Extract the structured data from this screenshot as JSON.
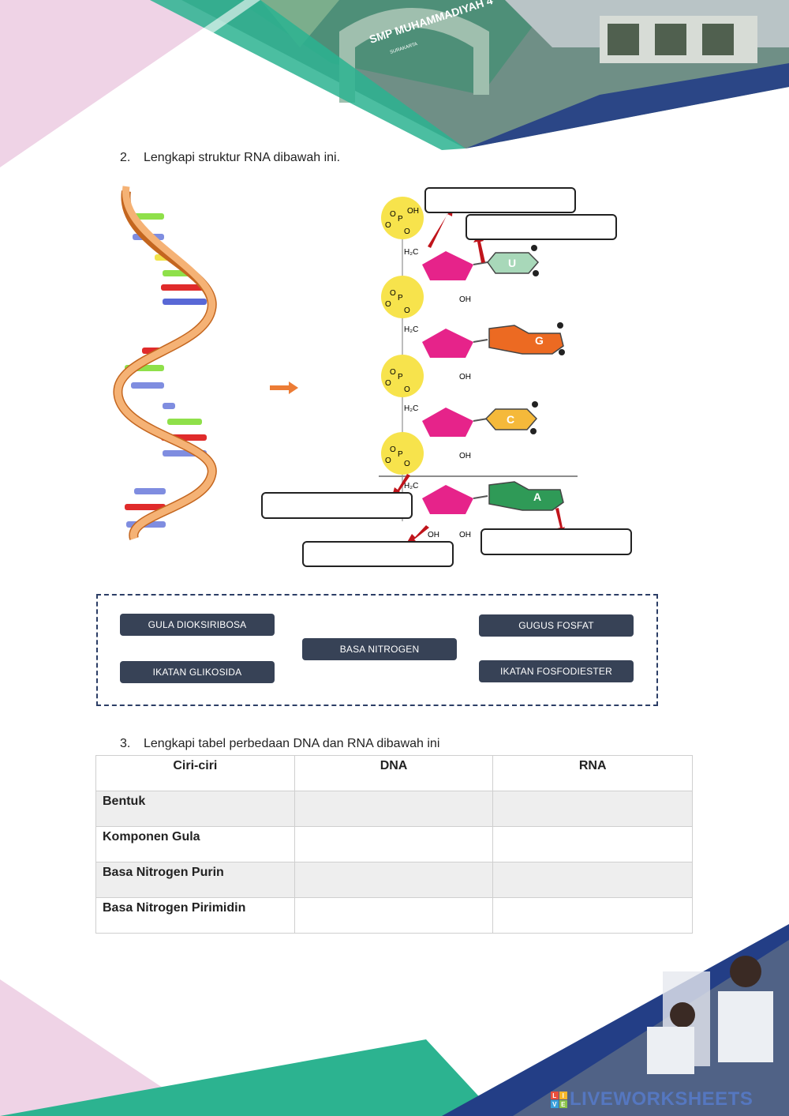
{
  "school_banner": {
    "gate_text": "SMP MUHAMMADIYAH 4",
    "gate_subtext": "SURAKARTA"
  },
  "question2": {
    "number": "2.",
    "text": "Lengkapi struktur RNA dibawah ini."
  },
  "diagram": {
    "phosphate_labels": [
      "OH",
      "O",
      "P",
      "O",
      "O"
    ],
    "carbon_label": "H2C",
    "hydroxyl_label": "OH",
    "bases": [
      {
        "letter": "U",
        "color": "#a8d8b9"
      },
      {
        "letter": "G",
        "color": "#ec6a22"
      },
      {
        "letter": "C",
        "color": "#f5b93a"
      },
      {
        "letter": "A",
        "color": "#2f9a57"
      }
    ],
    "sugar_color": "#e6238a",
    "phosphate_color": "#f7e34c",
    "arrow_color": "#c0141b",
    "orange_arrow_color": "#ec7c35"
  },
  "word_bank": {
    "chips": [
      "GULA DIOKSIRIBOSA",
      "IKATAN GLIKOSIDA",
      "BASA NITROGEN",
      "GUGUS FOSFAT",
      "IKATAN FOSFODIESTER"
    ]
  },
  "question3": {
    "number": "3.",
    "text": "Lengkapi tabel perbedaan DNA dan RNA dibawah ini"
  },
  "table": {
    "headers": [
      "Ciri-ciri",
      "DNA",
      "RNA"
    ],
    "rows": [
      "Bentuk",
      "Komponen Gula",
      "Basa Nitrogen Purin",
      "Basa Nitrogen Pirimidin"
    ]
  },
  "watermark": {
    "icon_letters": [
      "L",
      "I",
      "V",
      "E"
    ],
    "text": "LIVEWORKSHEETS"
  }
}
